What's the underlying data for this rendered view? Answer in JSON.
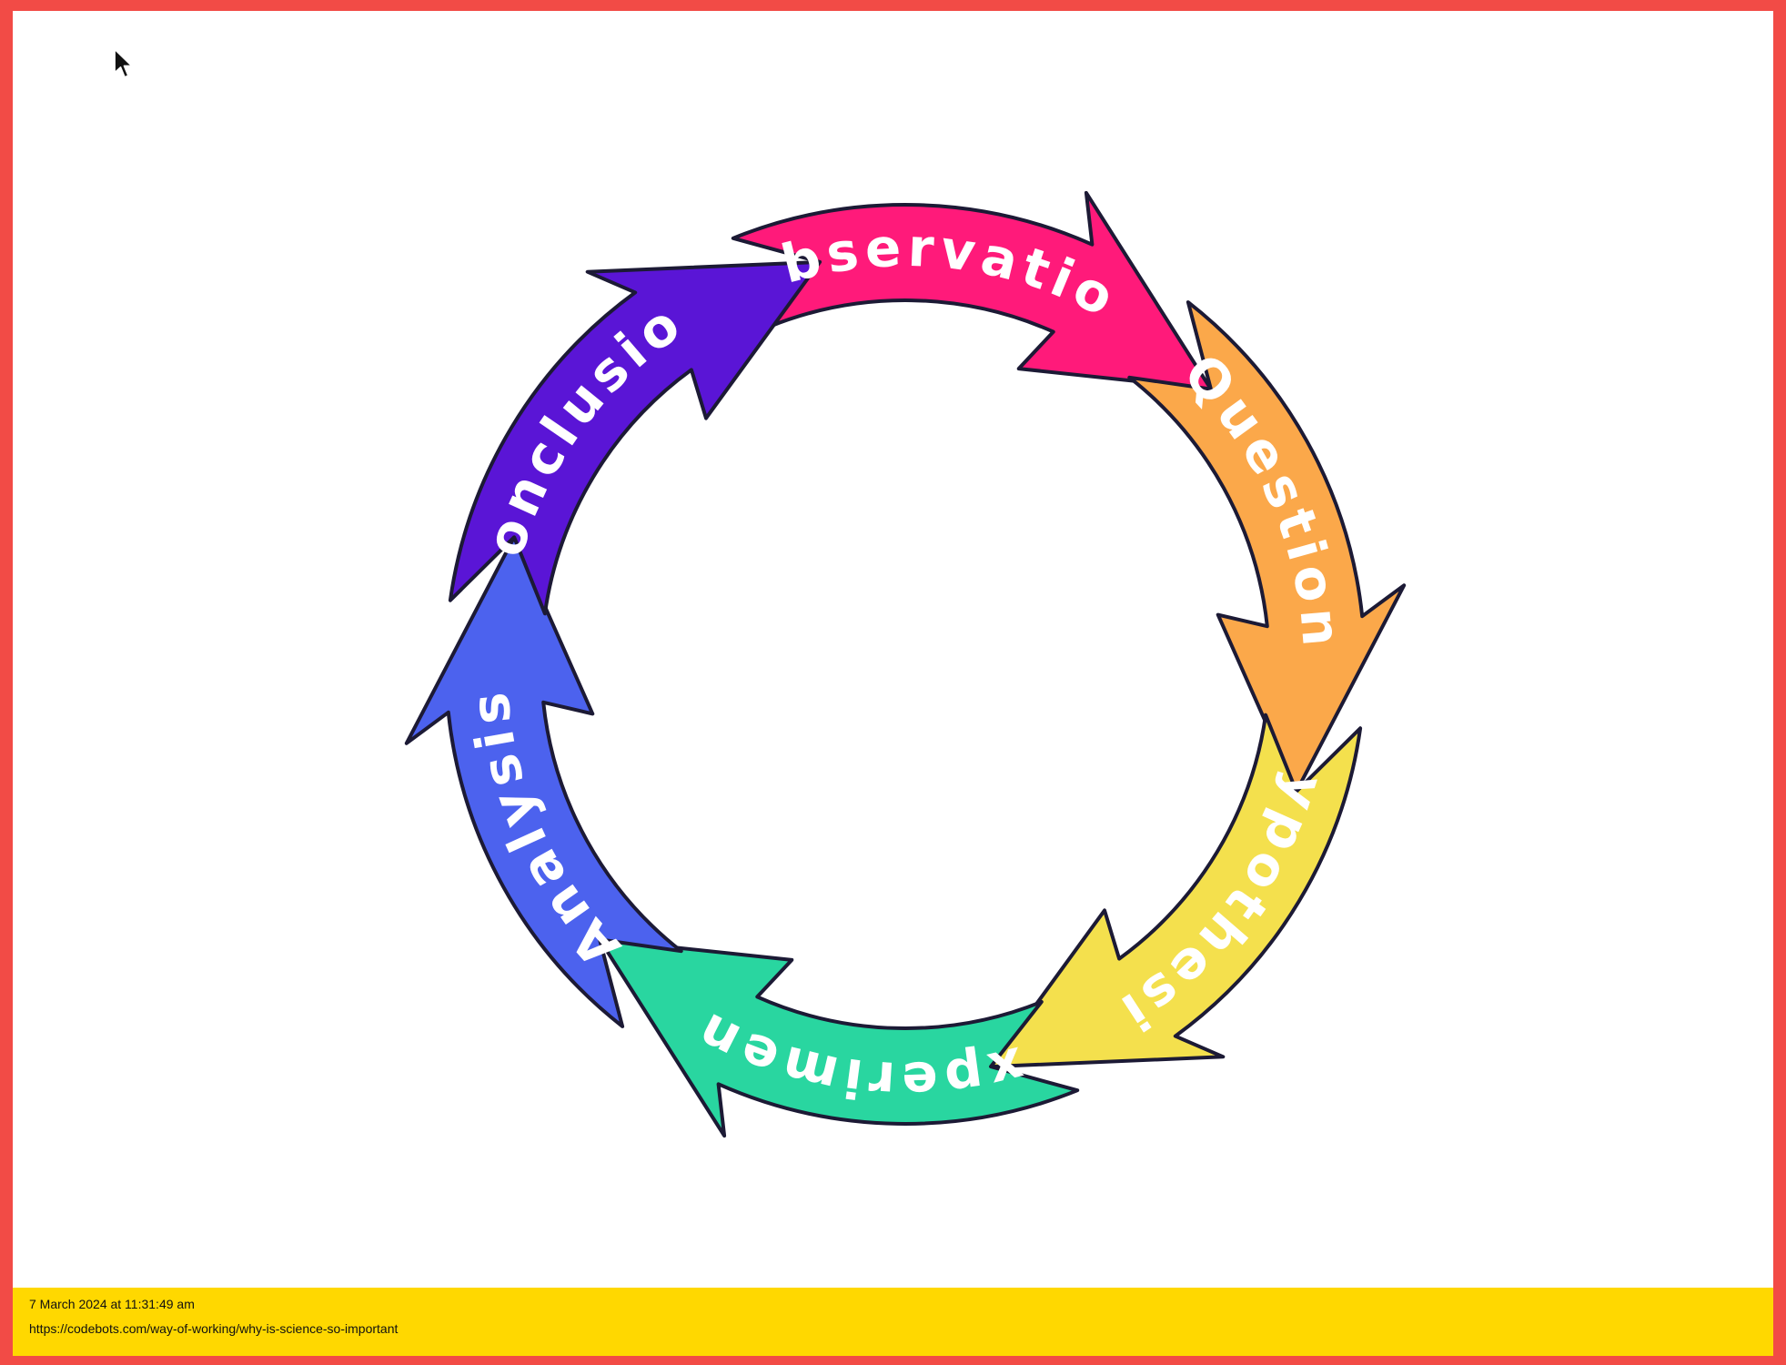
{
  "diagram": {
    "type": "cycle",
    "steps": [
      {
        "label": "Observation",
        "color": "#ff1a7a"
      },
      {
        "label": "Question",
        "color": "#fba84a"
      },
      {
        "label": "Hypothesis",
        "color": "#f4e04d"
      },
      {
        "label": "Experiment",
        "color": "#29d6a0"
      },
      {
        "label": "Analysis",
        "color": "#4c62ee"
      },
      {
        "label": "Conclusion",
        "color": "#5a15d6"
      }
    ],
    "outline_color": "#1c1a35",
    "text_color": "#ffffff"
  },
  "colors": {
    "frame_border": "#f24b46",
    "footer_background": "#ffd800"
  },
  "footer": {
    "date": "7 March 2024 at 11:31:49 am",
    "url": "https://codebots.com/way-of-working/why-is-science-so-important"
  },
  "cursor": {
    "icon": "mouse-pointer-icon"
  }
}
